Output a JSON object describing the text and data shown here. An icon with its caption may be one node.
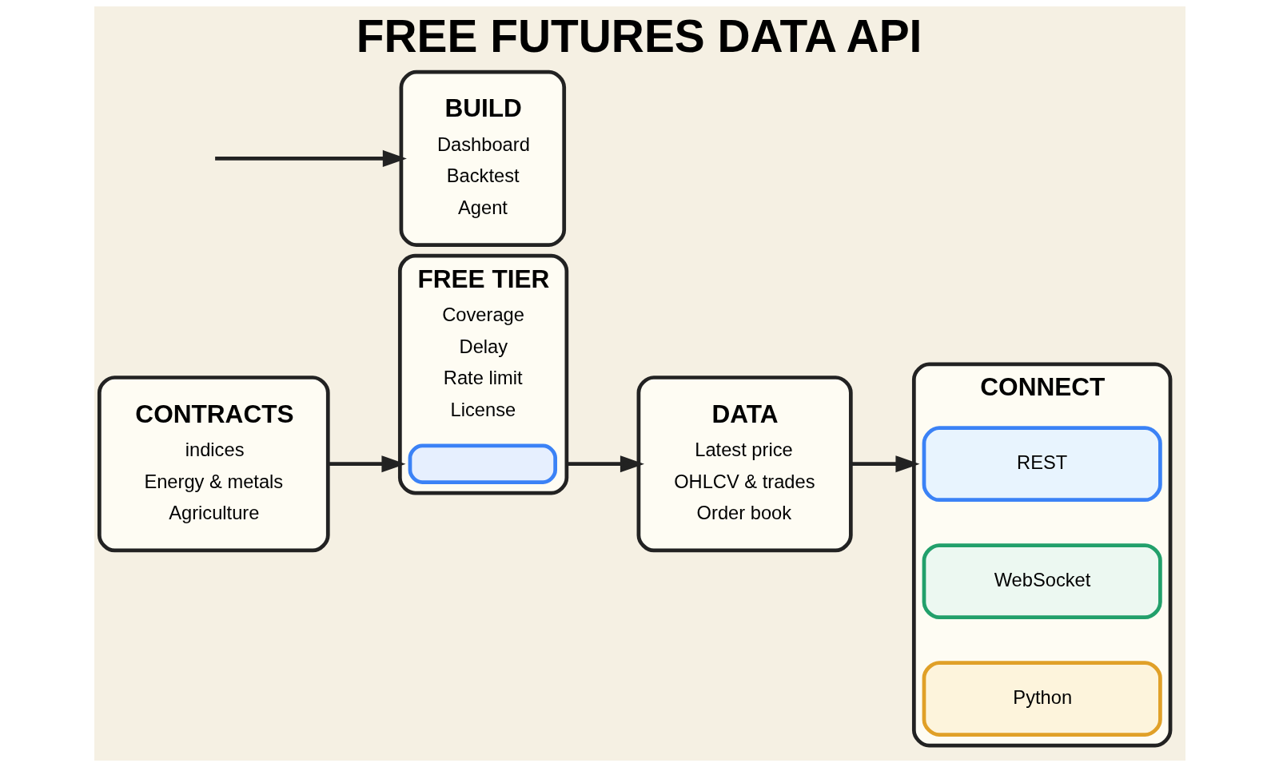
{
  "diagram": {
    "title": "FREE FUTURES DATA API",
    "nodes": [
      {
        "text": [
          "CONTRACTS",
          "indices",
          "Energy & metals",
          "Agriculture"
        ]
      },
      {
        "text": [
          "FREE TIER",
          "Coverage",
          "Delay",
          "Rate limit",
          "License"
        ]
      },
      {
        "text": [],
        "shape": "box",
        "in": 1
      },
      {
        "text": [
          "DATA",
          "Latest price",
          "OHLCV & trades",
          "Order book"
        ]
      },
      {
        "text": [
          "CONNECT"
        ]
      },
      {
        "text": [
          "REST"
        ],
        "in": 4
      },
      {
        "text": [
          "WebSocket"
        ],
        "in": 4
      },
      {
        "text": [
          "Python"
        ],
        "in": 4
      },
      {
        "text": [
          "BUILD",
          "Dashboard",
          "Backtest",
          "Agent"
        ]
      }
    ],
    "edges": [
      {
        "from": 0,
        "to": 1,
        "arrow": "to"
      },
      {
        "from": 1,
        "to": 3,
        "arrow": "to"
      },
      {
        "from": 3,
        "to": 4,
        "arrow": "to"
      },
      {
        "from": null,
        "to": 8,
        "arrow": "to"
      }
    ]
  }
}
